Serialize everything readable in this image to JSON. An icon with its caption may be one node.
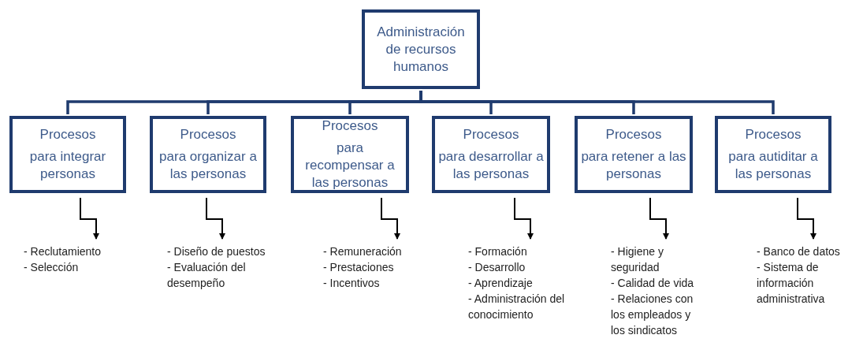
{
  "diagram": {
    "nodes": [
      {
        "text": [
          "Administración de recursos humanos"
        ]
      },
      {
        "text": [
          "Procesos",
          "para integrar personas"
        ]
      },
      {
        "text": [
          "Procesos",
          "para organizar a las personas"
        ]
      },
      {
        "text": [
          "Procesos",
          "para recompensar a las personas"
        ]
      },
      {
        "text": [
          "Procesos",
          "para desarrollar a las personas"
        ]
      },
      {
        "text": [
          "Procesos",
          "para retener a las personas"
        ]
      },
      {
        "text": [
          "Procesos",
          "para autiditar a las personas"
        ]
      },
      {
        "text": [
          "- Reclutamiento",
          "- Selección"
        ]
      },
      {
        "text": [
          "- Diseño de puestos",
          "- Evaluación del desempeño"
        ]
      },
      {
        "text": [
          "- Remuneración",
          "- Prestaciones",
          "- Incentivos"
        ]
      },
      {
        "text": [
          "- Formación",
          "- Desarrollo",
          "- Aprendizaje",
          "- Administración del conocimiento"
        ]
      },
      {
        "text": [
          "- Higiene y seguridad",
          "- Calidad de vida",
          "- Relaciones con los empleados y los sindicatos"
        ]
      },
      {
        "text": [
          "- Banco de datos",
          "- Sistema de información administrativa"
        ]
      }
    ],
    "edges": [
      {
        "from": 0,
        "to": 1,
        "arrow": "none"
      },
      {
        "from": 0,
        "to": 2,
        "arrow": "none"
      },
      {
        "from": 0,
        "to": 3,
        "arrow": "none"
      },
      {
        "from": 0,
        "to": 4,
        "arrow": "none"
      },
      {
        "from": 0,
        "to": 5,
        "arrow": "none"
      },
      {
        "from": 0,
        "to": 6,
        "arrow": "none"
      },
      {
        "from": 1,
        "to": 7,
        "arrow": "to",
        "color": "#000000"
      },
      {
        "from": 2,
        "to": 8,
        "arrow": "to",
        "color": "#000000"
      },
      {
        "from": 3,
        "to": 9,
        "arrow": "to",
        "color": "#000000"
      },
      {
        "from": 4,
        "to": 10,
        "arrow": "to",
        "color": "#000000"
      },
      {
        "from": 5,
        "to": 11,
        "arrow": "to",
        "color": "#000000"
      },
      {
        "from": 6,
        "to": 12,
        "arrow": "to",
        "color": "#000000"
      }
    ]
  }
}
